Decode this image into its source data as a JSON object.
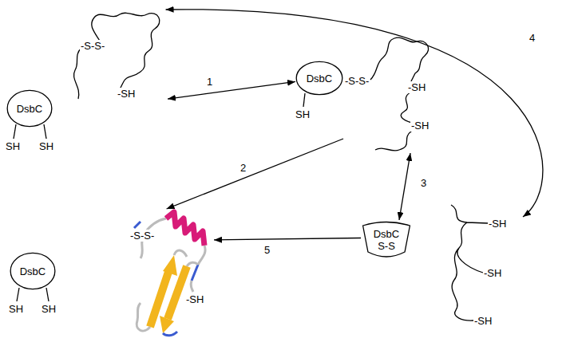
{
  "diagram": {
    "nodes": [
      {
        "text": [
          "DsbC"
        ]
      },
      {
        "text": [
          "-S-S-",
          "-SH"
        ]
      },
      {
        "text": [
          "DsbC"
        ]
      },
      {
        "text": [
          "-S-S-",
          "-SH",
          "-SH"
        ]
      },
      {
        "text": [
          "DsbC",
          "S-S"
        ]
      },
      {
        "text": [
          "-SH",
          "-SH",
          "-SH"
        ]
      },
      {
        "text": [
          "DsbC"
        ]
      },
      {
        "text": [
          "-S-S-",
          "-SH"
        ]
      }
    ],
    "edges": [
      {
        "from": 1,
        "to": 2,
        "arrow": "both",
        "label": "1"
      },
      {
        "from": 3,
        "to": 7,
        "arrow": "to",
        "label": "2"
      },
      {
        "from": 3,
        "to": 4,
        "arrow": "both",
        "label": "3"
      },
      {
        "from": 5,
        "to": 1,
        "arrow": "both",
        "label": "4"
      },
      {
        "from": 4,
        "to": 7,
        "arrow": "to",
        "label": "5"
      }
    ],
    "labels": [
      "SH",
      "SH",
      "SH",
      "SH",
      "SH"
    ]
  }
}
